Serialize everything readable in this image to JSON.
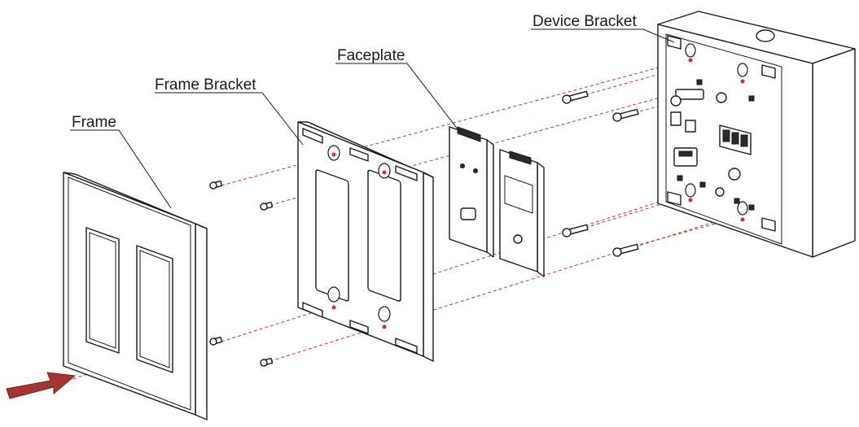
{
  "labels": {
    "frame": "Frame",
    "frame_bracket": "Frame Bracket",
    "faceplate": "Faceplate",
    "device_bracket": "Device Bracket"
  },
  "colors": {
    "guide_line": "#b03a3a",
    "arrow": "#a33535",
    "outline": "#1a1a1a"
  },
  "icons": {
    "insert_arrow": "insert-arrow-icon",
    "screw": "screw-icon"
  }
}
